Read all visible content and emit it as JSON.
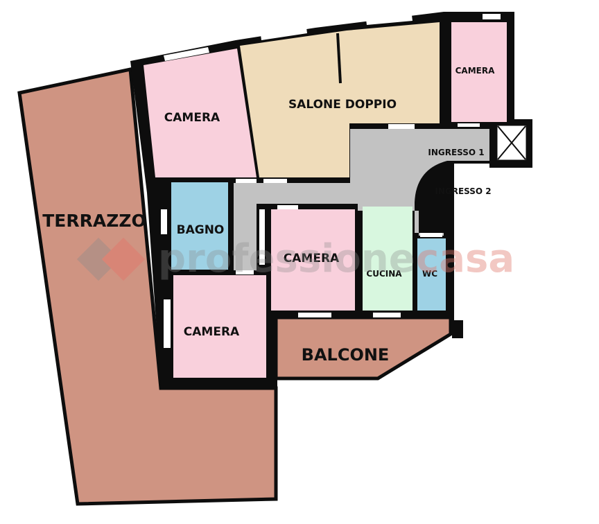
{
  "colors": {
    "terrace": "#cf9482",
    "bedroom": "#f9d0dc",
    "living": "#efdcba",
    "bath": "#9ed2e5",
    "kitchen": "#d8f7df",
    "corridor": "#c2c2c2",
    "wall": "#0d0d0d",
    "watermark_pro": "#8a8a8a",
    "watermark_casa": "#e07a6e"
  },
  "rooms": {
    "terrazzo": "TERRAZZO",
    "camera_top_left": "CAMERA",
    "salone": "SALONE DOPPIO",
    "camera_top_right": "CAMERA",
    "ingresso1": "INGRESSO 1",
    "ingresso2": "INGRESSO 2",
    "bagno": "BAGNO",
    "camera_center": "CAMERA",
    "cucina": "CUCINA",
    "wc": "WC",
    "camera_bottom_left": "CAMERA",
    "balcone": "BALCONE"
  },
  "watermark": {
    "part1": "professione",
    "part2": "casa"
  }
}
